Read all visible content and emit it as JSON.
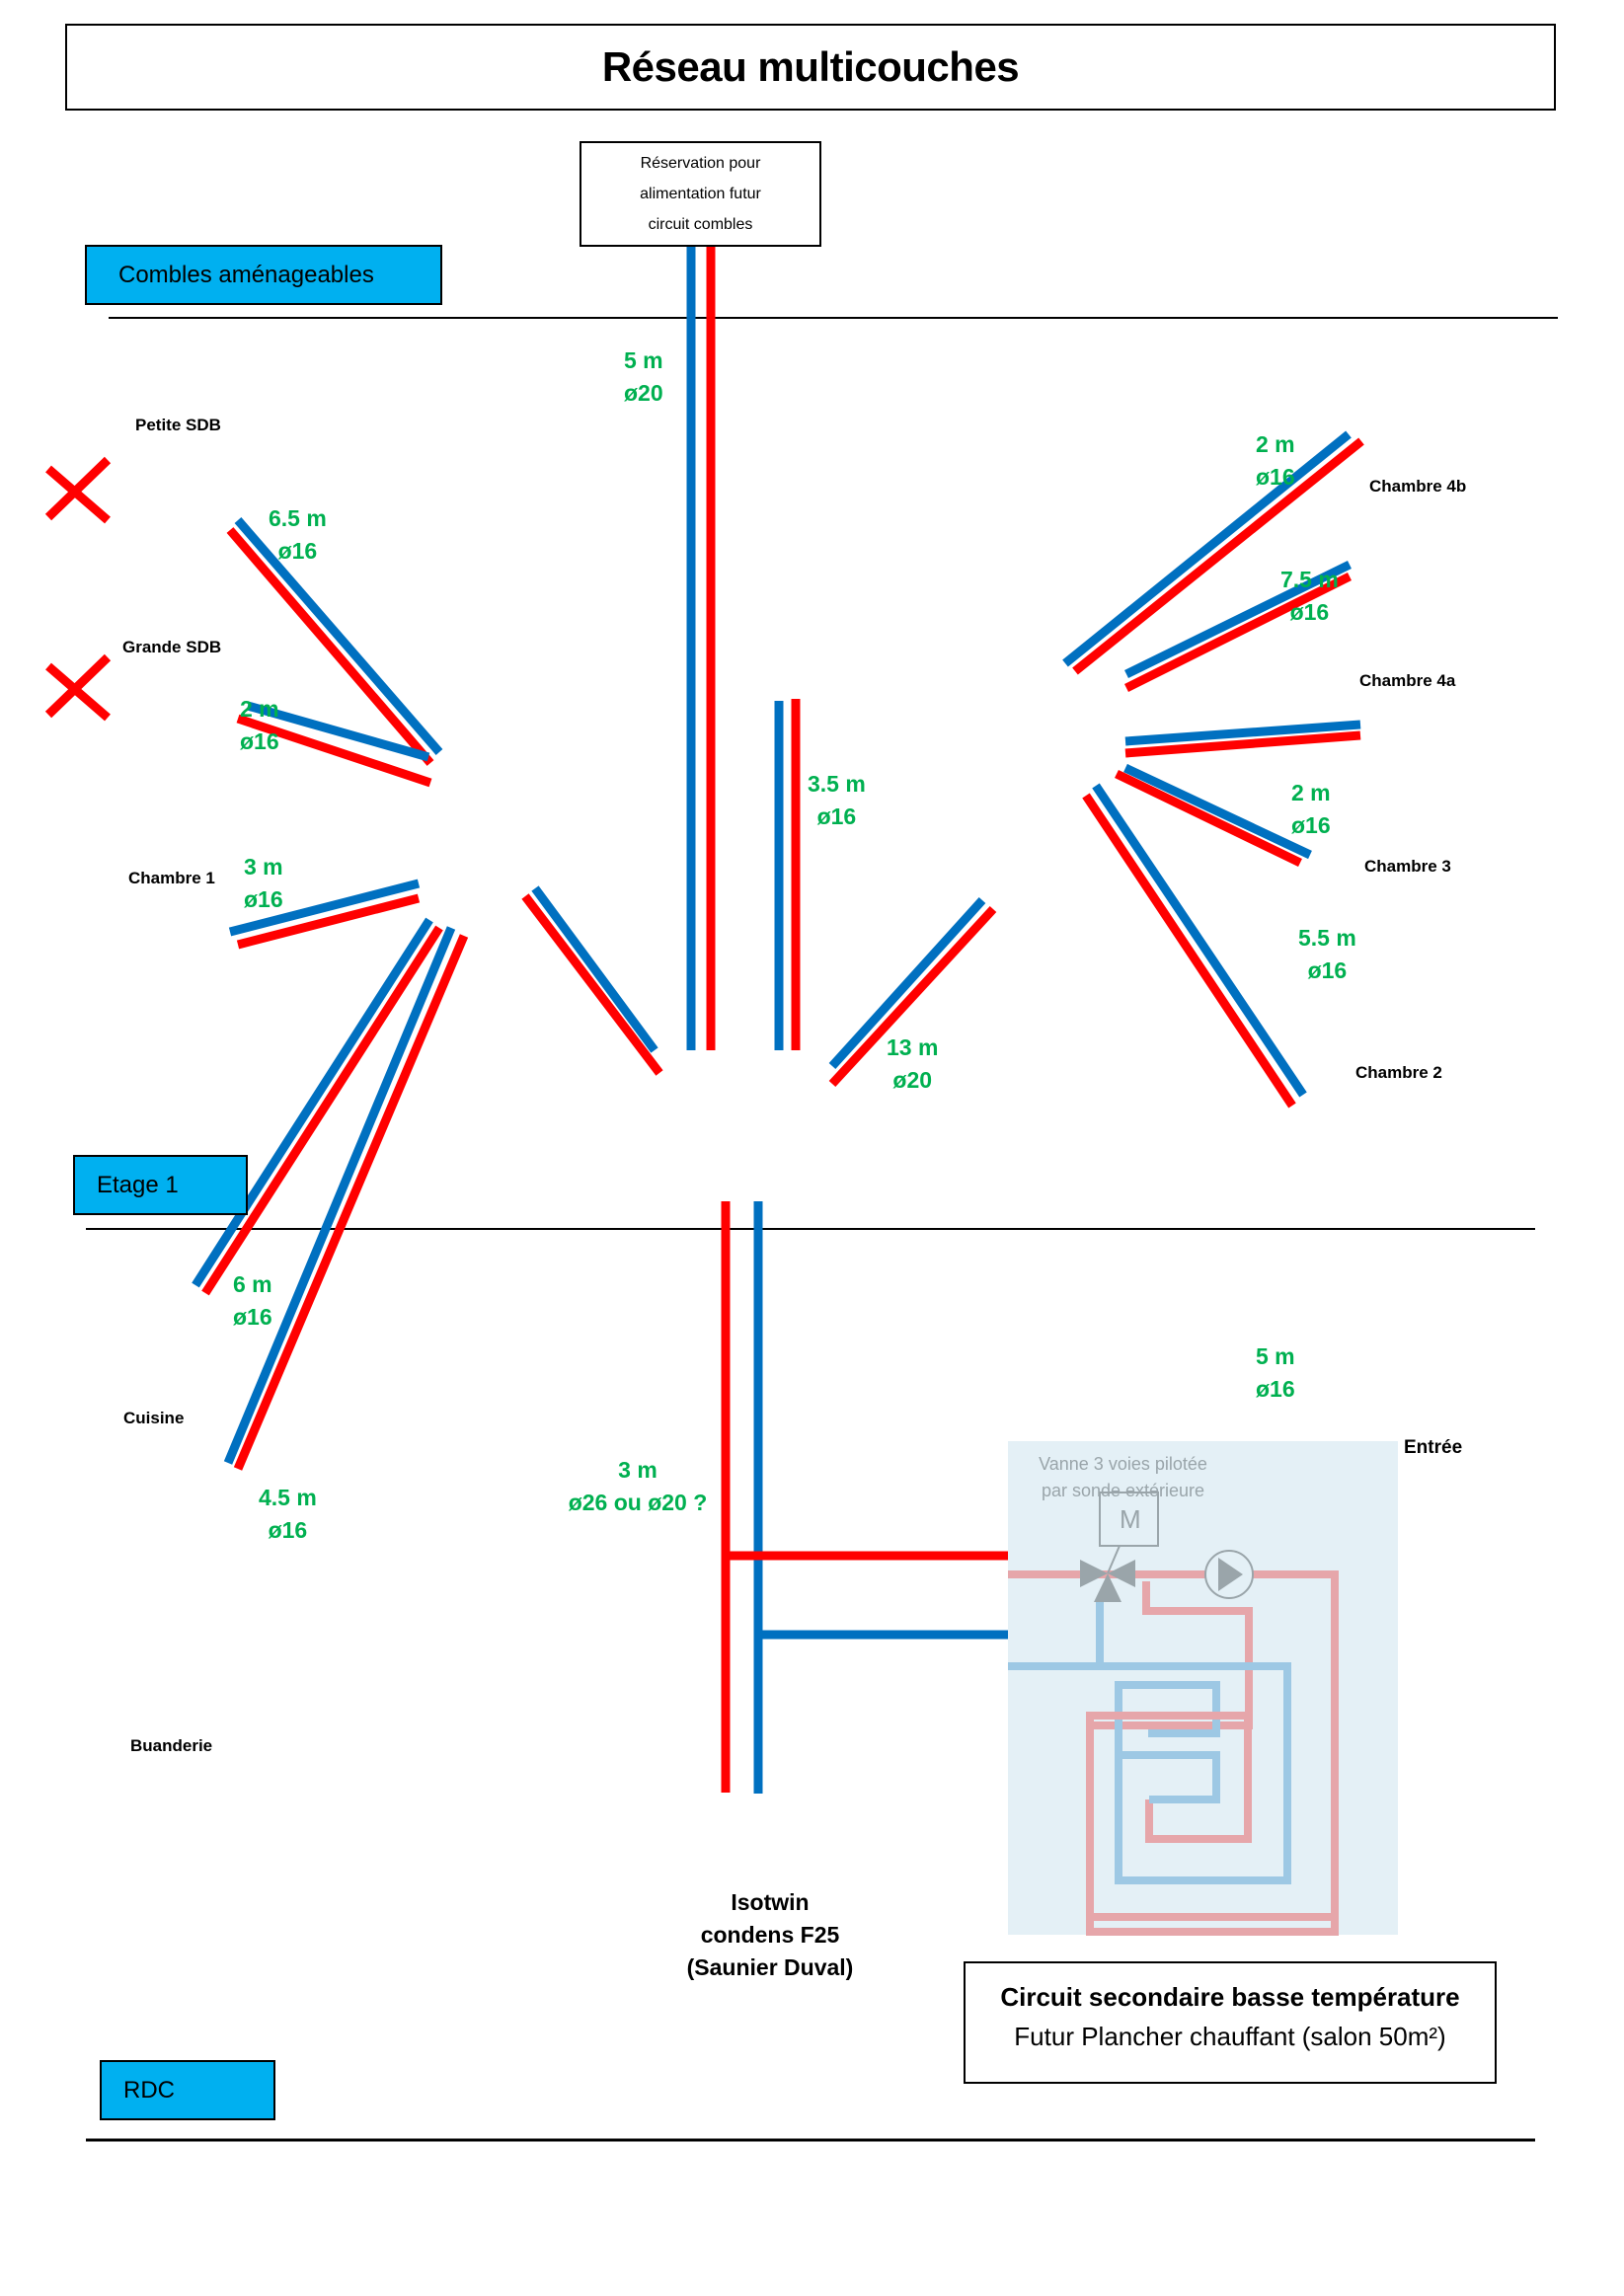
{
  "title": "Réseau multicouches",
  "reservation_note": [
    "Réservation pour",
    "alimentation futur",
    "circuit combles"
  ],
  "floors": {
    "combles": "Combles aménageables",
    "etage1": "Etage 1",
    "rdc": "RDC"
  },
  "rooms": {
    "petite_sdb": "Petite SDB",
    "grande_sdb": "Grande SDB",
    "chambre1": "Chambre 1",
    "chambre4b": "Chambre 4b",
    "chambre4a": "Chambre 4a",
    "chambre3": "Chambre 3",
    "chambre2": "Chambre 2",
    "cuisine": "Cuisine",
    "buanderie": "Buanderie",
    "entree": "Entrée"
  },
  "pipes": {
    "combles": {
      "length": "5 m",
      "diameter": "ø20"
    },
    "petite_sdb": {
      "length": "6.5 m",
      "diameter": "ø16"
    },
    "grande_sdb": {
      "length": "2 m",
      "diameter": "ø16"
    },
    "chambre1": {
      "length": "3 m",
      "diameter": "ø16"
    },
    "center": {
      "length": "3.5 m",
      "diameter": "ø16"
    },
    "ground_13m": {
      "length": "13 m",
      "diameter": "ø20"
    },
    "chambre4b": {
      "length": "2 m",
      "diameter": "ø16"
    },
    "chambre4a": {
      "length": "7.5 m",
      "diameter": "ø16"
    },
    "chambre3": {
      "length": "2 m",
      "diameter": "ø16"
    },
    "chambre2": {
      "length": "5.5 m",
      "diameter": "ø16"
    },
    "entree": {
      "length": "5 m",
      "diameter": "ø16"
    },
    "cuisine": {
      "length": "6 m",
      "diameter": "ø16"
    },
    "buanderie": {
      "length": "4.5 m",
      "diameter": "ø16"
    },
    "boiler": {
      "length": "3 m",
      "diameter": "ø26 ou ø20 ?"
    }
  },
  "boiler": [
    "Isotwin",
    "condens F25",
    "(Saunier Duval)"
  ],
  "mixing_valve": {
    "label": [
      "Vanne 3 voies pilotée",
      "par sonde extérieure"
    ],
    "motor_label": "M"
  },
  "secondary_circuit": {
    "title": "Circuit secondaire basse température",
    "subtitle": "Futur Plancher chauffant (salon 50m²)"
  },
  "removed_marks": [
    "petite_sdb",
    "grande_sdb"
  ],
  "colors": {
    "hot": "#ff0000",
    "cold": "#0070c0",
    "hot_pale": "#e6a6aa",
    "cold_pale": "#9dc8e4",
    "label_green": "#00b050",
    "floor_tag": "#00b0f0",
    "panel_bg": "#e4f0f6",
    "valve_grey": "#9aa5aa"
  }
}
